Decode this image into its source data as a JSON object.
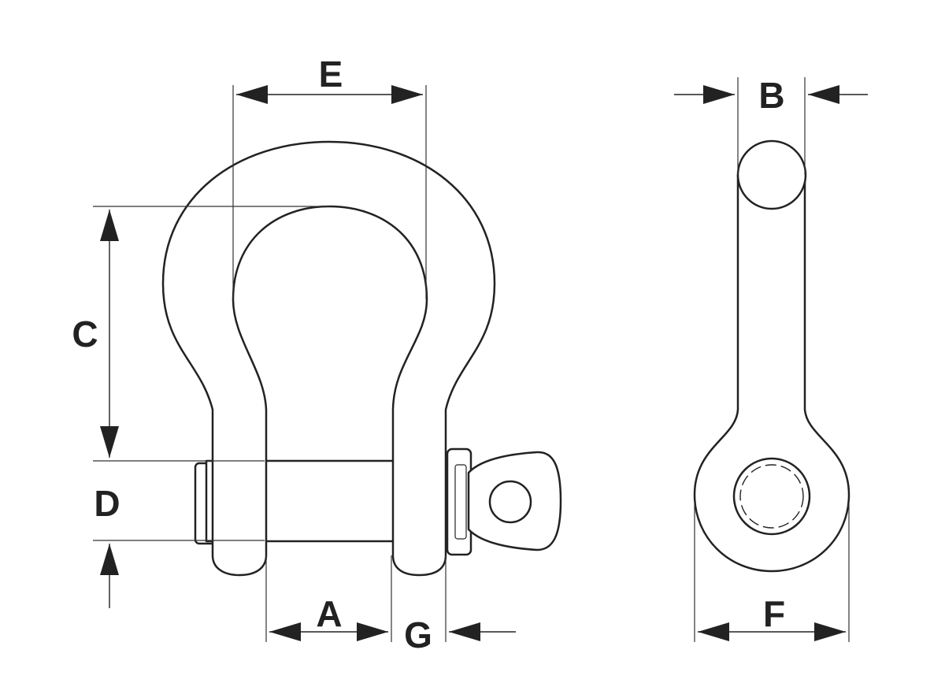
{
  "labels": {
    "A": "A",
    "B": "B",
    "C": "C",
    "D": "D",
    "E": "E",
    "F": "F",
    "G": "G"
  },
  "colors": {
    "stroke": "#222222",
    "background": "#ffffff"
  }
}
